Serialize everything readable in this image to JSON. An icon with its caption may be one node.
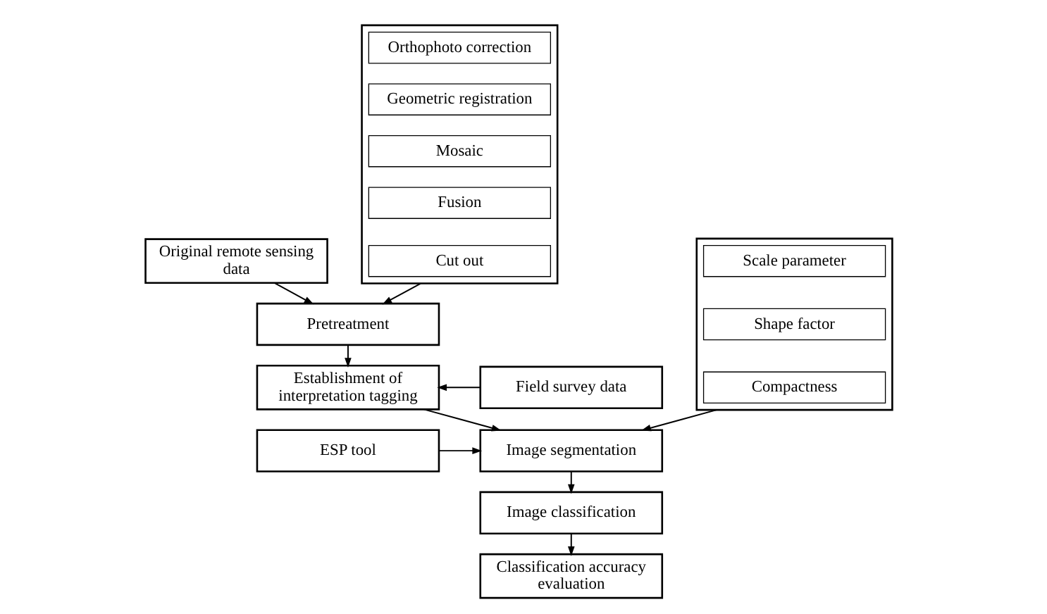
{
  "diagram": {
    "nodes": [
      {
        "text": [
          "Original remote sensing data"
        ]
      },
      {
        "text": [],
        "shape": "box"
      },
      {
        "text": [
          "Orthophoto correction"
        ],
        "in": 1
      },
      {
        "text": [
          "Geometric registration"
        ],
        "in": 1
      },
      {
        "text": [
          "Mosaic"
        ],
        "in": 1
      },
      {
        "text": [
          "Fusion"
        ],
        "in": 1
      },
      {
        "text": [
          "Cut out"
        ],
        "in": 1
      },
      {
        "text": [
          "Pretreatment"
        ]
      },
      {
        "text": [
          "Establishment of interpretation tagging"
        ]
      },
      {
        "text": [
          "Field survey data"
        ]
      },
      {
        "text": [],
        "shape": "box"
      },
      {
        "text": [
          "Scale parameter"
        ],
        "in": 10
      },
      {
        "text": [
          "Shape factor"
        ],
        "in": 10
      },
      {
        "text": [
          "Compactness"
        ],
        "in": 10
      },
      {
        "text": [
          "Image segmentation"
        ]
      },
      {
        "text": [
          "ESP tool"
        ]
      },
      {
        "text": [
          "Image classification"
        ]
      },
      {
        "text": [
          "Classification accuracy evaluation"
        ]
      }
    ],
    "edges": [
      {
        "from": 0,
        "to": 7,
        "arrow": "to"
      },
      {
        "from": 1,
        "to": 7,
        "arrow": "to"
      },
      {
        "from": 7,
        "to": 8,
        "arrow": "to"
      },
      {
        "from": 9,
        "to": 8,
        "arrow": "to"
      },
      {
        "from": 8,
        "to": 14,
        "arrow": "to"
      },
      {
        "from": 10,
        "to": 14,
        "arrow": "to"
      },
      {
        "from": 15,
        "to": 14,
        "arrow": "to"
      },
      {
        "from": 14,
        "to": 16,
        "arrow": "to"
      },
      {
        "from": 16,
        "to": 17,
        "arrow": "to"
      }
    ]
  }
}
